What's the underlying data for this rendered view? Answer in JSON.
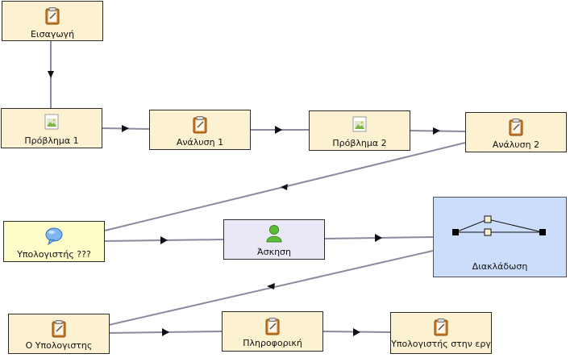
{
  "nodes": [
    {
      "key": "n1",
      "label": "Εισαγωγή",
      "icon": "notepad-icon"
    },
    {
      "key": "n2",
      "label": "Πρόβλημα 1",
      "icon": "image-document-icon"
    },
    {
      "key": "n3",
      "label": "Ανάλυση 1",
      "icon": "notepad-icon"
    },
    {
      "key": "n4",
      "label": "Πρόβλημα 2",
      "icon": "image-document-icon"
    },
    {
      "key": "n5",
      "label": "Ανάλυση 2",
      "icon": "notepad-icon"
    },
    {
      "key": "n6",
      "label": "Υπολογιστής ???",
      "icon": "speech-bubble-icon"
    },
    {
      "key": "n7",
      "label": "Άσκηση",
      "icon": "person-icon"
    },
    {
      "key": "n8",
      "label": "Διακλάδωση",
      "icon": "branch-graph-icon"
    },
    {
      "key": "n9",
      "label": "Ο Υπολογιστης",
      "icon": "notepad-icon"
    },
    {
      "key": "n10",
      "label": "Πληροφορική",
      "icon": "notepad-icon"
    },
    {
      "key": "n11",
      "label": "Υπολογιστής στην εργ",
      "icon": "notepad-icon"
    }
  ],
  "colors": {
    "edge": "#8a8aa0",
    "node_fill": "#fcf1d0",
    "selected_fill": "#eae8f6",
    "question_fill": "#fdfcc9",
    "branch_fill": "#ccdcfb"
  }
}
